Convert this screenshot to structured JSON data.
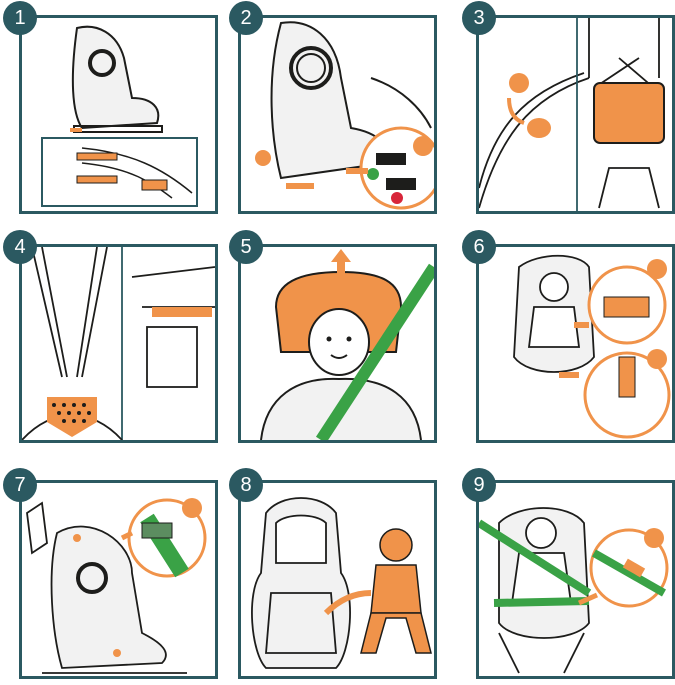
{
  "colors": {
    "frame": "#2b5961",
    "accent": "#f0934a",
    "belt": "#3aa246",
    "ok": "#3aa246",
    "bad": "#d8263a",
    "line": "#1d1d1b",
    "seat_fill": "#f2f2f2"
  },
  "steps": [
    {
      "number": "1",
      "icons": [
        "car-seat-side",
        "isofix-connector"
      ]
    },
    {
      "number": "2",
      "icons": [
        "isofix-click",
        "check-icon",
        "cross-icon",
        "eye-icon",
        "wrench-icon"
      ]
    },
    {
      "number": "3",
      "icons": [
        "arrow-icon",
        "belt-pad"
      ]
    },
    {
      "number": "4",
      "icons": [
        "harness-buckle-pad",
        "hand-icon"
      ]
    },
    {
      "number": "5",
      "icons": [
        "headrest-up-arrow",
        "child-face",
        "seat-belt"
      ]
    },
    {
      "number": "6",
      "icons": [
        "child-in-seat",
        "eye-icon",
        "buckle-detail"
      ]
    },
    {
      "number": "7",
      "icons": [
        "seat-side-view",
        "eye-icon",
        "belt-guide"
      ]
    },
    {
      "number": "8",
      "icons": [
        "booster-seat",
        "sitting-child",
        "arrow-icon"
      ]
    },
    {
      "number": "9",
      "icons": [
        "child-with-belt",
        "ear-icon",
        "buckle-click"
      ]
    }
  ]
}
